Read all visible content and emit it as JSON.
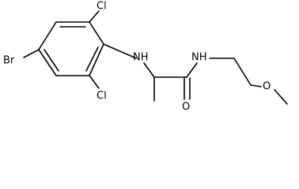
{
  "molecule": {
    "atoms": {
      "br": "Br",
      "cl_top": "Cl",
      "cl_bottom": "Cl",
      "nh_amine": "NH",
      "nh_amide": "NH",
      "o_carbonyl": "O",
      "o_ether": "O"
    }
  }
}
